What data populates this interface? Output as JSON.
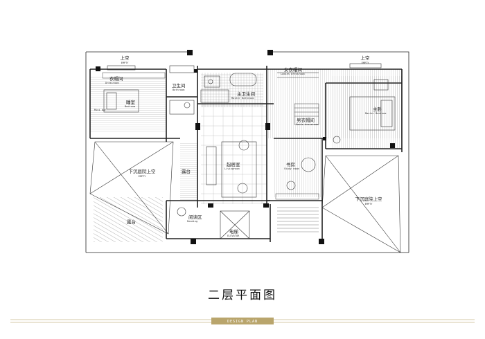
{
  "title": "二层平面图",
  "footer_text": "DESIGN PLAN",
  "rooms": [
    {
      "id": "empty-top-left",
      "zh": "上空",
      "en": "EMPTY"
    },
    {
      "id": "cloakroom",
      "zh": "衣帽间",
      "en": "Dressroom"
    },
    {
      "id": "bedroom",
      "zh": "睡室",
      "en": "Bedroom"
    },
    {
      "id": "mini-bar",
      "zh": "",
      "en": "Mini bar"
    },
    {
      "id": "bathroom",
      "zh": "卫生间",
      "en": "Bathroom"
    },
    {
      "id": "master-bathroom",
      "zh": "主卫生间",
      "en": "Master Bathroom"
    },
    {
      "id": "ladies-dressroom",
      "zh": "女衣帽间",
      "en": "Ladies dressroom"
    },
    {
      "id": "empty-top-right",
      "zh": "上空",
      "en": "EMPTY"
    },
    {
      "id": "master-bedroom",
      "zh": "主卧",
      "en": "Master Bedroom"
    },
    {
      "id": "gents-dressroom",
      "zh": "男衣帽间",
      "en": "Gents dressroom"
    },
    {
      "id": "living-room",
      "zh": "起居室",
      "en": "Livingroom"
    },
    {
      "id": "study",
      "zh": "书房",
      "en": "Study room"
    },
    {
      "id": "sunken-left",
      "zh": "下沉庭院上空",
      "en": "EMPTY"
    },
    {
      "id": "terrace-right",
      "zh": "露台",
      "en": ""
    },
    {
      "id": "terrace-bottom",
      "zh": "露台",
      "en": ""
    },
    {
      "id": "reading",
      "zh": "阅读区",
      "en": "Reading"
    },
    {
      "id": "elevator",
      "zh": "电梯",
      "en": "ELEVATOR"
    },
    {
      "id": "sunken-right",
      "zh": "下沉庭院上空",
      "en": "EMPTY"
    }
  ]
}
